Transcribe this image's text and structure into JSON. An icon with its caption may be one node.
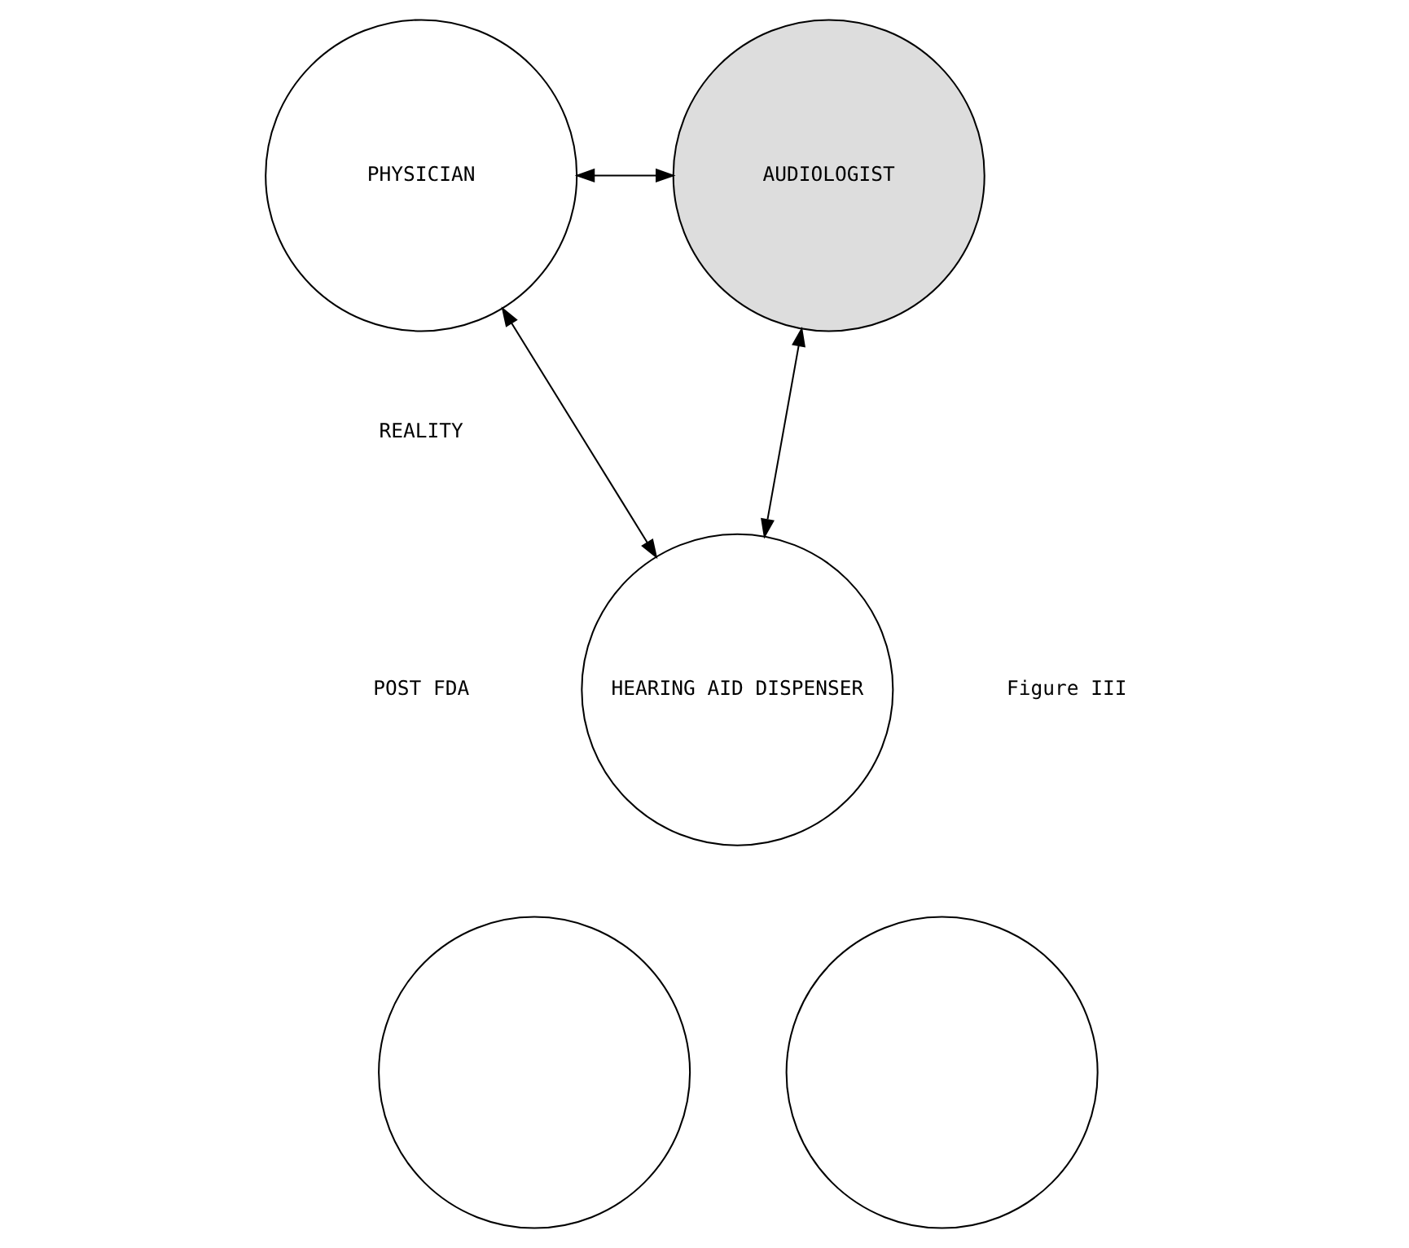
{
  "diagram": {
    "nodes": [
      {
        "text": [
          "PHYSICIAN"
        ]
      },
      {
        "text": [
          "AUDIOLOGIST"
        ]
      },
      {
        "text": [
          "HEARING AID DISPENSER"
        ]
      },
      {
        "text": [],
        "shape": "circle"
      },
      {
        "text": [],
        "shape": "circle"
      }
    ],
    "edges": [
      {
        "from": 0,
        "to": 1,
        "arrow": "both"
      },
      {
        "from": 0,
        "to": 2,
        "arrow": "both"
      },
      {
        "from": 2,
        "to": 1,
        "arrow": "both"
      }
    ],
    "labels": [
      "REALITY",
      "POST FDA",
      "Figure III"
    ]
  }
}
